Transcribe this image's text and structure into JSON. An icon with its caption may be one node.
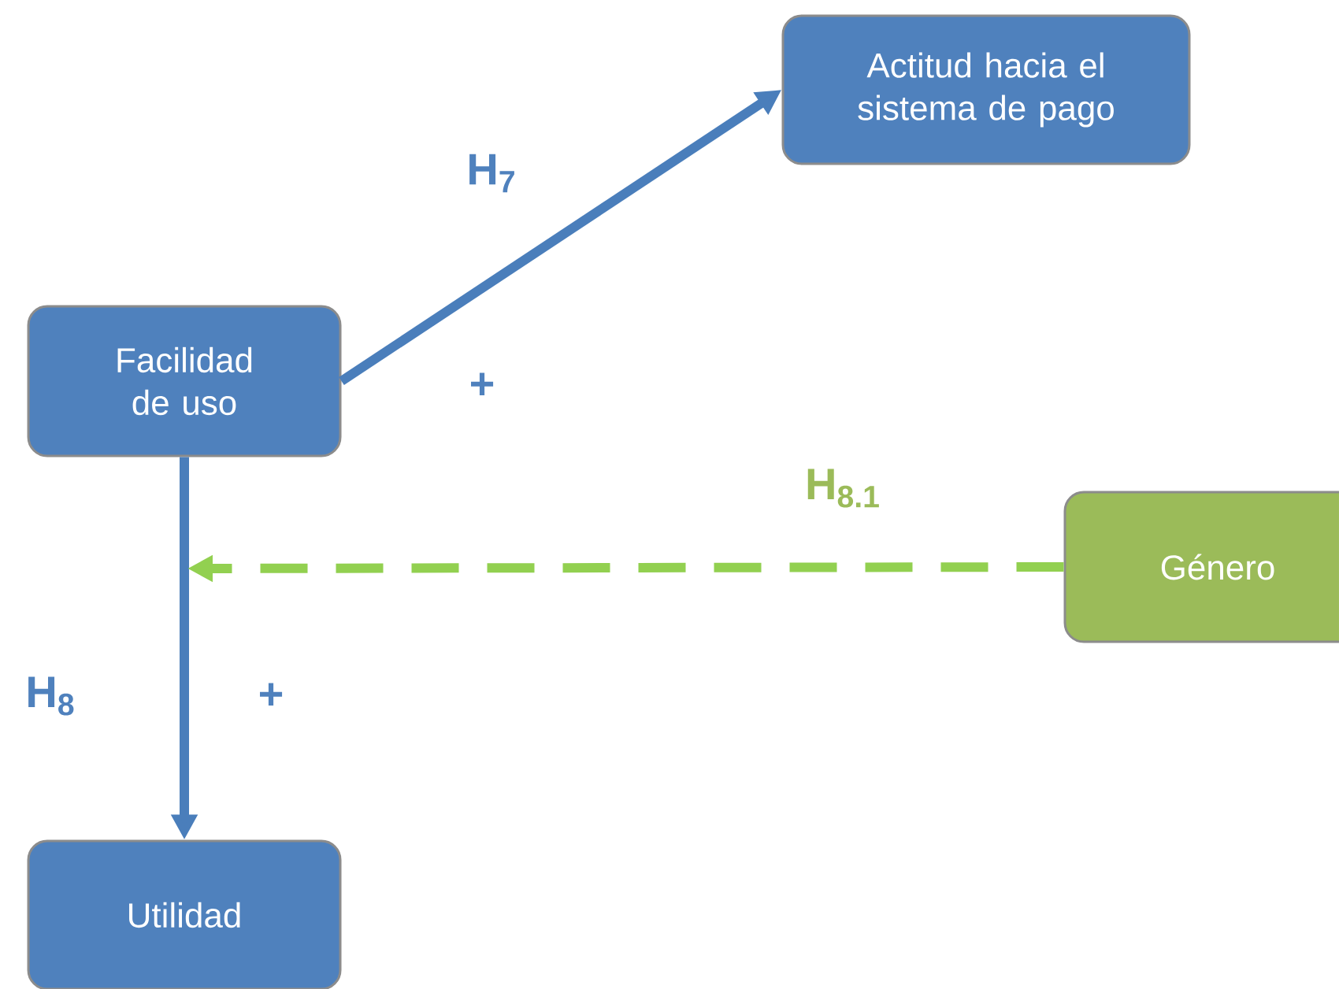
{
  "diagram": {
    "nodes": [
      {
        "text": [
          "Actitud hacia el sistema de pago"
        ]
      },
      {
        "text": [
          "Facilidad de uso"
        ]
      },
      {
        "text": [
          "Utilidad"
        ]
      },
      {
        "text": [
          "Género"
        ]
      }
    ],
    "edges": [
      {
        "from": 1,
        "to": 0,
        "arrow": "to"
      },
      {
        "from": 1,
        "to": 2,
        "arrow": "to"
      },
      {
        "from": 3,
        "to": null,
        "arrow": "to",
        "style": "dashed",
        "color": "#92d050"
      }
    ],
    "labels": [
      "H$_{7}$",
      "+",
      "H$_{8.1}$",
      "H$_{8}$",
      "+"
    ]
  }
}
